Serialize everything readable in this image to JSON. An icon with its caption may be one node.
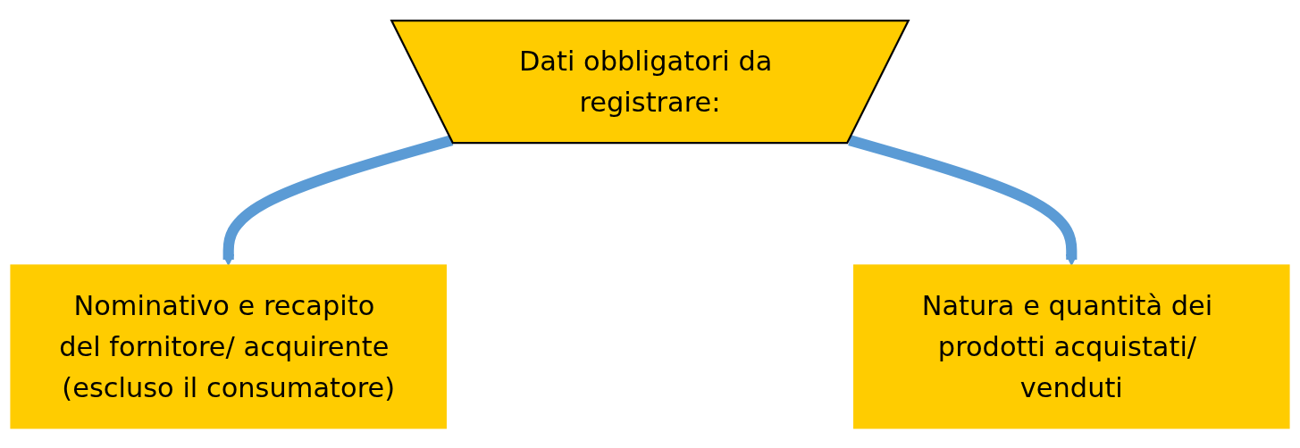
{
  "diagram": {
    "nodes": [
      {
        "text": [
          "Dati obbligatori da registrare:"
        ]
      },
      {
        "text": [
          "Nominativo e recapito del fornitore/ acquirente (escluso il consumatore)"
        ]
      },
      {
        "text": [
          "Natura e quantità dei prodotti acquistati/ venduti"
        ]
      }
    ],
    "edges": [
      {
        "from": 0,
        "to": 1,
        "arrow": "to"
      },
      {
        "from": 0,
        "to": 2,
        "arrow": "to"
      }
    ]
  }
}
